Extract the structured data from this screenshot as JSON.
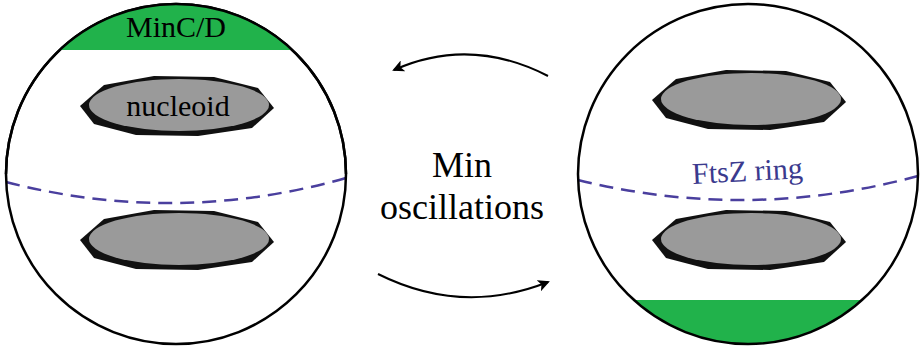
{
  "diagram": {
    "nodes": [
      {
        "text": [
          "MinC/D"
        ]
      },
      {
        "text": [
          "nucleoid"
        ]
      }
    ],
    "labels": [
      "Min oscillations",
      "FtsZ ring"
    ]
  }
}
